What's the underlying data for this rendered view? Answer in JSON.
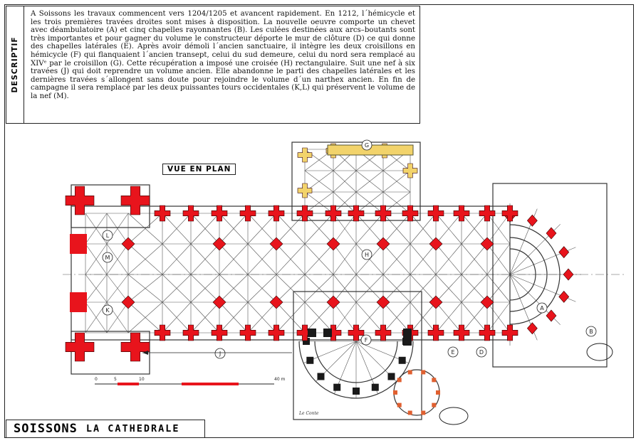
{
  "descriptif": {
    "tab_label": "DESCRIPTIF",
    "text": "A Soissons les travaux commencent vers 1204/1205 et avancent rapidement. En 1212, l´hémicycle et les trois premières travées droites sont mises à disposition. La nouvelle oeuvre comporte un chevet avec déambulatoire (A) et cinq chapelles rayonnantes (B). Les culées destinées aux arcs–boutants sont très importantes et pour gagner du volume le constructeur déporte le mur de clôture (D) ce qui donne des chapelles latérales (E). Après avoir démoli l´ancien sanctuaire, il intègre les deux croisillons en hémicycle (F) qui flanquaient l´ancien transept, celui du sud demeure, celui du nord sera remplacé au XIVᵉ par le croisillon (G). Cette récupération a imposé une croisée (H) rectangulaire. Suit une nef à six travées (J) qui doit reprendre un volume ancien. Elle abandonne le parti des chapelles latérales et les dernières travées s´allongent sans doute pour rejoindre le volume d´un narthex ancien. En fin de campagne il sera remplacé par les deux puissantes tours occidentales (K,L) qui préservent le volume de la nef (M)."
  },
  "plan": {
    "title": "VUE EN PLAN",
    "labels": [
      "A",
      "B",
      "D",
      "E",
      "F",
      "G",
      "H",
      "J",
      "K",
      "L",
      "M"
    ],
    "scale": {
      "ticks": [
        "0",
        "5",
        "10",
        "40 m"
      ]
    },
    "signature": "Le Conte",
    "colors": {
      "new_work": "#e8141c",
      "later_work": "#f2d36b",
      "old_work": "#1a1a1a",
      "line": "#444444"
    }
  },
  "footer": {
    "title": "SOISSONS",
    "subtitle": "LA CATHEDRALE"
  }
}
